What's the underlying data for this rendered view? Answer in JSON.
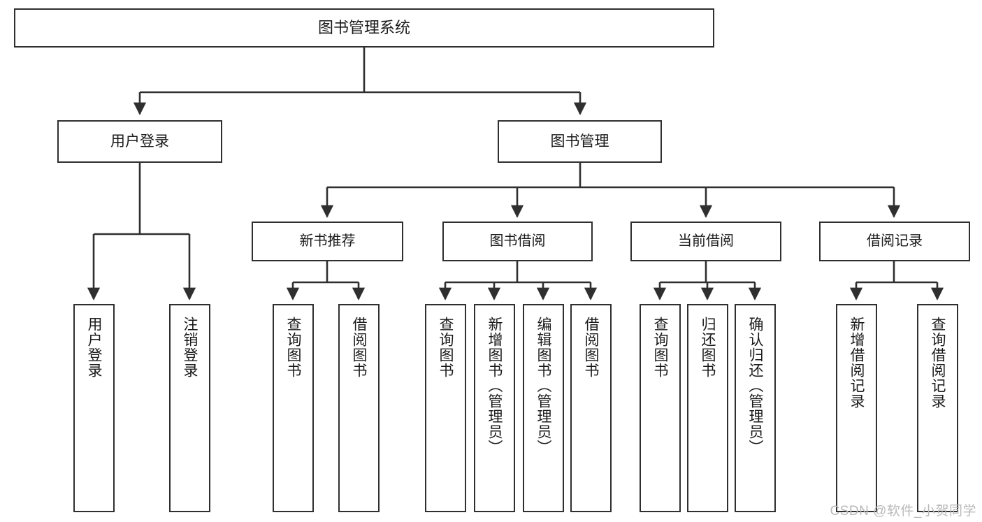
{
  "diagram": {
    "title": "图书管理系统",
    "type": "function-hierarchy-tree",
    "colors": {
      "box_border": "#2f2f2f",
      "box_fill": "#ffffff",
      "line": "#2f2f2f",
      "text": "#1a1a1a",
      "watermark": "#b9b9b9",
      "background": "#ffffff"
    }
  },
  "root": {
    "label": "图书管理系统"
  },
  "tier1": [
    {
      "label": "用户登录"
    },
    {
      "label": "图书管理"
    }
  ],
  "tier2": [
    {
      "label": "新书推荐"
    },
    {
      "label": "图书借阅"
    },
    {
      "label": "当前借阅"
    },
    {
      "label": "借阅记录"
    }
  ],
  "leaves": {
    "user_login": [
      {
        "label": "用户登录"
      },
      {
        "label": "注销登录"
      }
    ],
    "new_book_recommend": [
      {
        "label": "查询图书"
      },
      {
        "label": "借阅图书"
      }
    ],
    "book_borrow": [
      {
        "label": "查询图书"
      },
      {
        "label": "新增图书（管理员）"
      },
      {
        "label": "编辑图书（管理员）"
      },
      {
        "label": "借阅图书"
      }
    ],
    "current_borrow": [
      {
        "label": "查询图书"
      },
      {
        "label": "归还图书"
      },
      {
        "label": "确认归还（管理员）"
      }
    ],
    "borrow_record": [
      {
        "label": "新增借阅记录"
      },
      {
        "label": "查询借阅记录"
      }
    ]
  },
  "watermark": {
    "text": "CSDN @软件_小贺同学"
  }
}
